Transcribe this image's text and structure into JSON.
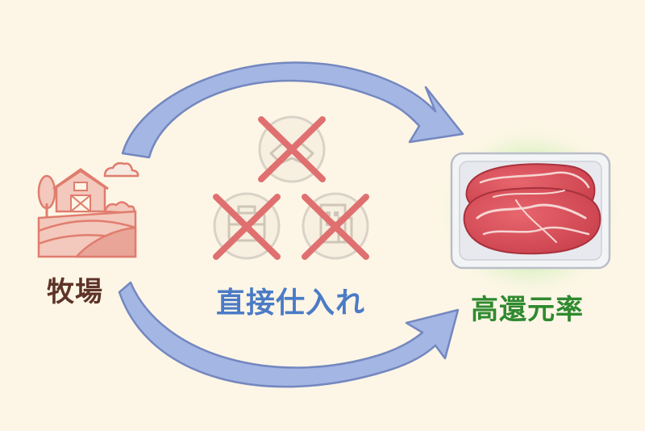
{
  "labels": {
    "source": "牧場",
    "middle": "直接仕入れ",
    "result": "高還元率"
  },
  "icons": {
    "source": "farm-icon",
    "crossed": [
      "handshake-icon",
      "briefcase-icon",
      "office-building-icon"
    ],
    "result": "packaged-meat-icon",
    "cross_mark": "cross-mark-icon"
  },
  "colors": {
    "background": "#fdf6e6",
    "arrow_fill": "#a4b6e3",
    "arrow_stroke": "#7487c0",
    "cross": "#e07070",
    "farm": "#e07d6e",
    "source_text": "#5e3327",
    "middle_text": "#4b7bc6",
    "result_text": "#2f8a2f",
    "glow": "#9fe38a"
  }
}
